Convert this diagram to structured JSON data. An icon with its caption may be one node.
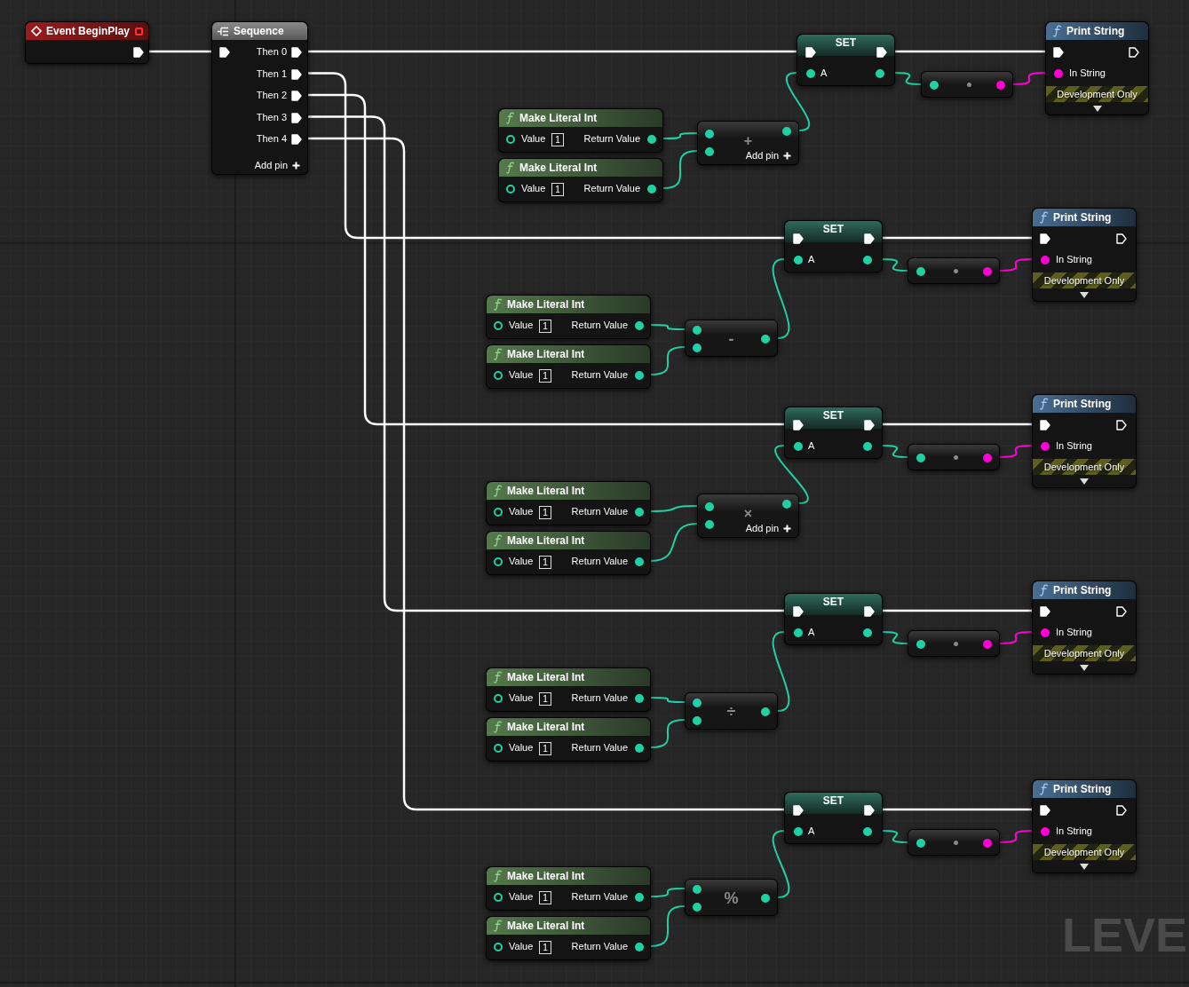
{
  "diagram": {
    "nodes": [
      {
        "text": [
          "Event BeginPlay"
        ]
      },
      {
        "text": [
          "Sequence",
          "Then 0",
          "Then 1",
          "Then 2",
          "Then 3",
          "Then 4",
          "Add pin"
        ]
      },
      {
        "text": [
          "Make Literal Int",
          "Value",
          "1",
          "Return Value"
        ]
      },
      {
        "text": [
          "Make Literal Int",
          "Value",
          "1",
          "Return Value"
        ]
      },
      {
        "text": [
          "+",
          "Add pin"
        ]
      },
      {
        "text": [
          "SET",
          "A"
        ]
      },
      {
        "text": [],
        "shape": "box"
      },
      {
        "text": [
          "Print String",
          "In String",
          "Development Only"
        ]
      },
      {
        "text": [
          "Make Literal Int",
          "Value",
          "1",
          "Return Value"
        ]
      },
      {
        "text": [
          "Make Literal Int",
          "Value",
          "1",
          "Return Value"
        ]
      },
      {
        "text": [
          "-"
        ]
      },
      {
        "text": [
          "SET",
          "A"
        ]
      },
      {
        "text": [],
        "shape": "box"
      },
      {
        "text": [
          "Print String",
          "In String",
          "Development Only"
        ]
      },
      {
        "text": [
          "Make Literal Int",
          "Value",
          "1",
          "Return Value"
        ]
      },
      {
        "text": [
          "Make Literal Int",
          "Value",
          "1",
          "Return Value"
        ]
      },
      {
        "text": [
          "×",
          "Add pin"
        ]
      },
      {
        "text": [
          "SET",
          "A"
        ]
      },
      {
        "text": [],
        "shape": "box"
      },
      {
        "text": [
          "Print String",
          "In String",
          "Development Only"
        ]
      },
      {
        "text": [
          "Make Literal Int",
          "Value",
          "1",
          "Return Value"
        ]
      },
      {
        "text": [
          "Make Literal Int",
          "Value",
          "1",
          "Return Value"
        ]
      },
      {
        "text": [
          "÷"
        ]
      },
      {
        "text": [
          "SET",
          "A"
        ]
      },
      {
        "text": [],
        "shape": "box"
      },
      {
        "text": [
          "Print String",
          "In String",
          "Development Only"
        ]
      },
      {
        "text": [
          "Make Literal Int",
          "Value",
          "1",
          "Return Value"
        ]
      },
      {
        "text": [
          "Make Literal Int",
          "Value",
          "1",
          "Return Value"
        ]
      },
      {
        "text": [
          "%"
        ]
      },
      {
        "text": [
          "SET",
          "A"
        ]
      },
      {
        "text": [],
        "shape": "box"
      },
      {
        "text": [
          "Print String",
          "In String",
          "Development Only"
        ]
      }
    ],
    "edges": [
      {
        "from": 0,
        "to": 1,
        "arrow": "none",
        "color": "#ffffff"
      },
      {
        "from": 1,
        "to": 5,
        "arrow": "none",
        "color": "#ffffff"
      },
      {
        "from": 5,
        "to": 7,
        "arrow": "none",
        "color": "#ffffff"
      },
      {
        "from": 2,
        "to": 4,
        "arrow": "none"
      },
      {
        "from": 3,
        "to": 4,
        "arrow": "none"
      },
      {
        "from": 4,
        "to": 5,
        "arrow": "none"
      },
      {
        "from": 5,
        "to": 6,
        "arrow": "none"
      },
      {
        "from": 6,
        "to": 7,
        "arrow": "none",
        "color": "#ff00d4"
      },
      {
        "from": 1,
        "to": 11,
        "arrow": "none",
        "color": "#ffffff"
      },
      {
        "from": 11,
        "to": 13,
        "arrow": "none",
        "color": "#ffffff"
      },
      {
        "from": 8,
        "to": 10,
        "arrow": "none"
      },
      {
        "from": 9,
        "to": 10,
        "arrow": "none"
      },
      {
        "from": 10,
        "to": 11,
        "arrow": "none"
      },
      {
        "from": 11,
        "to": 12,
        "arrow": "none"
      },
      {
        "from": 12,
        "to": 13,
        "arrow": "none",
        "color": "#ff00d4"
      },
      {
        "from": 1,
        "to": 17,
        "arrow": "none",
        "color": "#ffffff"
      },
      {
        "from": 17,
        "to": 19,
        "arrow": "none",
        "color": "#ffffff"
      },
      {
        "from": 14,
        "to": 16,
        "arrow": "none"
      },
      {
        "from": 15,
        "to": 16,
        "arrow": "none"
      },
      {
        "from": 16,
        "to": 17,
        "arrow": "none"
      },
      {
        "from": 17,
        "to": 18,
        "arrow": "none"
      },
      {
        "from": 18,
        "to": 19,
        "arrow": "none",
        "color": "#ff00d4"
      },
      {
        "from": 1,
        "to": 23,
        "arrow": "none",
        "color": "#ffffff"
      },
      {
        "from": 23,
        "to": 25,
        "arrow": "none",
        "color": "#ffffff"
      },
      {
        "from": 20,
        "to": 22,
        "arrow": "none"
      },
      {
        "from": 21,
        "to": 22,
        "arrow": "none"
      },
      {
        "from": 22,
        "to": 23,
        "arrow": "none"
      },
      {
        "from": 23,
        "to": 24,
        "arrow": "none"
      },
      {
        "from": 24,
        "to": 25,
        "arrow": "none",
        "color": "#ff00d4"
      },
      {
        "from": 1,
        "to": 29,
        "arrow": "none",
        "color": "#ffffff"
      },
      {
        "from": 29,
        "to": 31,
        "arrow": "none",
        "color": "#ffffff"
      },
      {
        "from": 26,
        "to": 28,
        "arrow": "none"
      },
      {
        "from": 27,
        "to": 28,
        "arrow": "none"
      },
      {
        "from": 28,
        "to": 29,
        "arrow": "none"
      },
      {
        "from": 29,
        "to": 30,
        "arrow": "none"
      },
      {
        "from": 30,
        "to": 31,
        "arrow": "none",
        "color": "#ff00d4"
      }
    ],
    "labels": [
      "LEVE"
    ]
  }
}
